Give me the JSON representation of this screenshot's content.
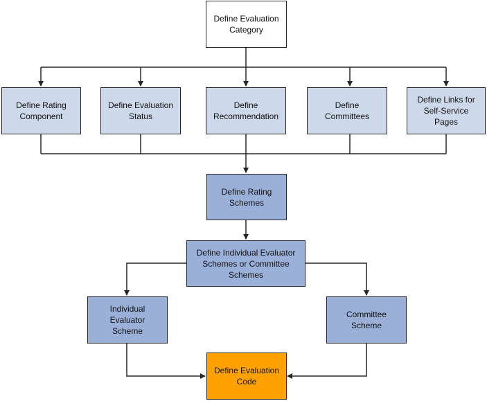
{
  "colors": {
    "top": "#ffffff",
    "light": "#cdd9eb",
    "medium": "#9bb0d9",
    "final": "#ffa200",
    "connector": "#262626"
  },
  "nodes": {
    "category": "Define Evaluation\nCategory",
    "rating_component": "Define Rating\nComponent",
    "evaluation_status": "Define Evaluation\nStatus",
    "recommendation": "Define\nRecommendation",
    "committees": "Define\nCommittees",
    "links": "Define Links for\nSelf-Service\nPages",
    "rating_schemes": "Define Rating\nSchemes",
    "individual_or_committee": "Define Individual Evaluator\nSchemes or Committee\nSchemes",
    "individual_scheme": "Individual\nEvaluator\nScheme",
    "committee_scheme": "Committee\nScheme",
    "evaluation_code": "Define Evaluation\nCode"
  }
}
